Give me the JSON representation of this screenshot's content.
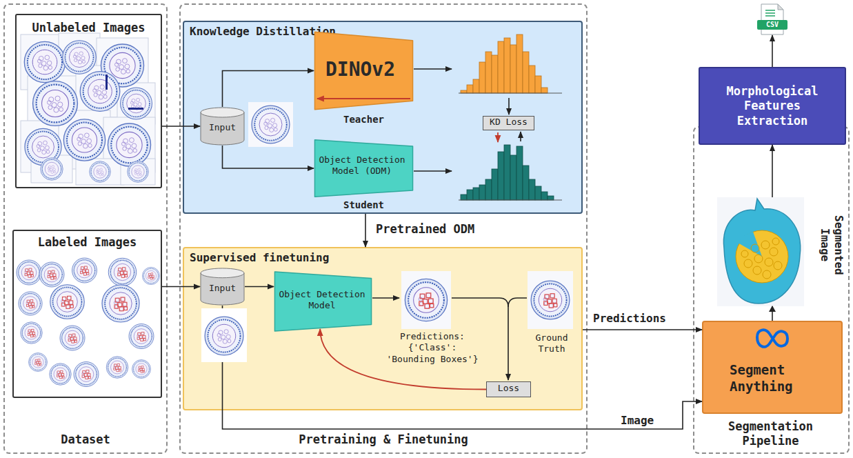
{
  "diagram": {
    "nodes": [
      {
        "text": [
          "Dataset"
        ]
      },
      {
        "text": [
          "Unlabeled Images"
        ],
        "in": 0
      },
      {
        "text": [
          "Labeled Images"
        ],
        "in": 0
      },
      {
        "text": [
          "Pretraining & Finetuning"
        ]
      },
      {
        "text": [
          "Knowledge Distillation"
        ],
        "in": 3
      },
      {
        "text": [
          "Input"
        ],
        "in": 4
      },
      {
        "text": [
          "DINOv2",
          "Teacher"
        ],
        "in": 4
      },
      {
        "text": [
          "Object Detection Model (ODM)",
          "Student"
        ],
        "in": 4
      },
      {
        "text": [
          "KD Loss"
        ],
        "in": 4
      },
      {
        "text": [
          "Supervised finetuning"
        ],
        "in": 3
      },
      {
        "text": [
          "Input"
        ],
        "in": 9
      },
      {
        "text": [
          "Object Detection Model"
        ],
        "in": 9
      },
      {
        "text": [
          "Loss"
        ],
        "in": 9
      },
      {
        "text": [
          "Segmentation Pipeline"
        ]
      },
      {
        "text": [
          "Segment Anything"
        ],
        "in": 13
      },
      {
        "text": [
          "Morphological Features Extraction"
        ]
      },
      {
        "text": [
          "CSV"
        ]
      }
    ],
    "edges": [
      {
        "from": 1,
        "to": 5,
        "arrow": "to"
      },
      {
        "from": 2,
        "to": 10,
        "arrow": "to"
      },
      {
        "from": 5,
        "to": 6,
        "arrow": "to"
      },
      {
        "from": 5,
        "to": 7,
        "arrow": "to"
      },
      {
        "from": 4,
        "to": 9,
        "label": "Pretrained ODM",
        "arrow": "to"
      },
      {
        "from": 10,
        "to": 11,
        "arrow": "to"
      },
      {
        "from": 12,
        "to": 11,
        "arrow": "to"
      },
      {
        "from": 9,
        "to": 14,
        "label": "Predictions",
        "arrow": "to"
      },
      {
        "from": 10,
        "to": 14,
        "label": "Image",
        "arrow": "to"
      },
      {
        "from": 14,
        "to": 15,
        "arrow": "to"
      },
      {
        "from": 15,
        "to": 16,
        "arrow": "to"
      }
    ],
    "labels": [
      "Predictions: {'Class': 'Bounding Boxes'}",
      "Ground Truth",
      "Segmented Image"
    ]
  }
}
